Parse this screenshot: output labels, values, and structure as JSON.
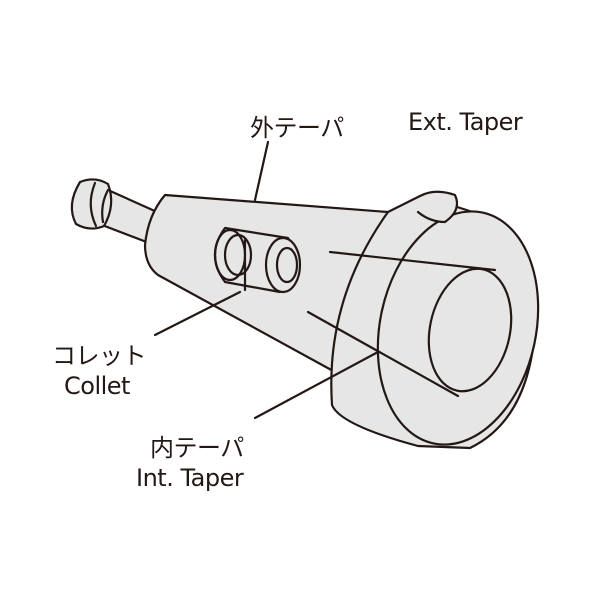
{
  "labels": {
    "ext_taper_jp": "外テーパ",
    "ext_taper_en": "Ext. Taper",
    "collet_jp": "コレット",
    "collet_en": "Collet",
    "int_taper_jp": "内テーパ",
    "int_taper_en": "Int. Taper"
  },
  "colors": {
    "fill": "#e6e6e6",
    "stroke": "#231815"
  }
}
